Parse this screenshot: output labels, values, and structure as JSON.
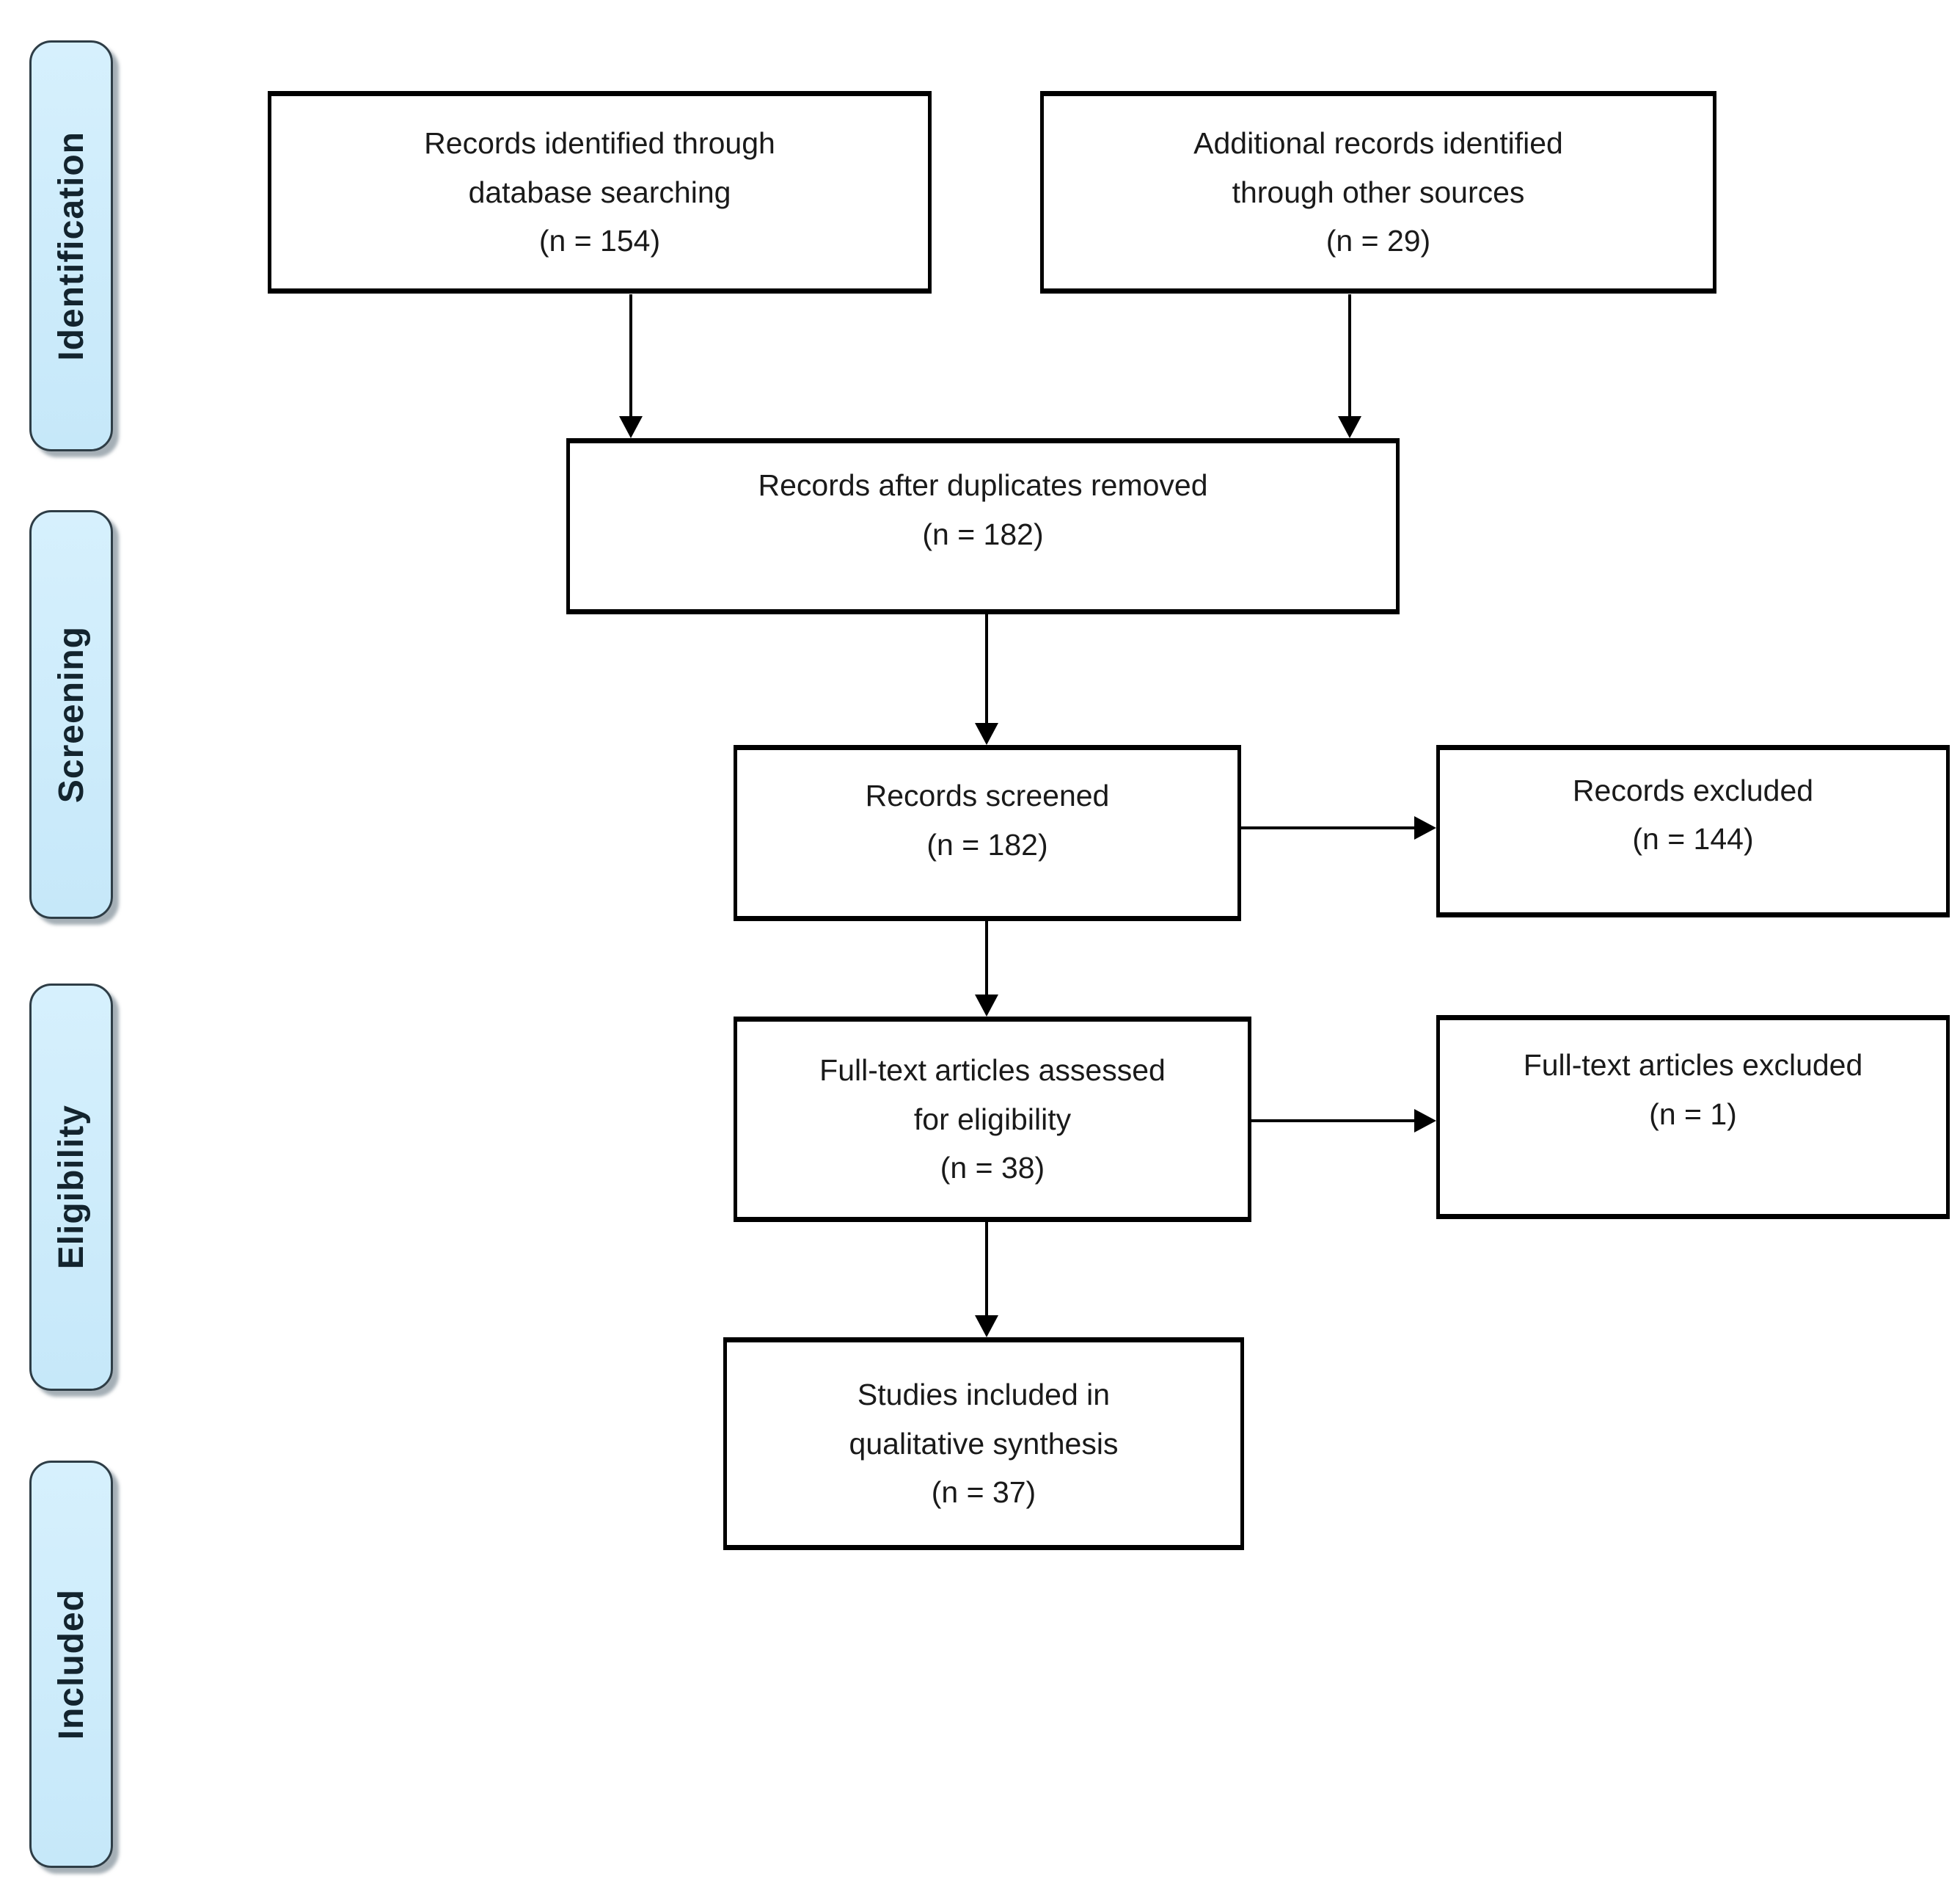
{
  "diagram": {
    "type": "prisma-flow",
    "phases": [
      {
        "id": "identification",
        "label": "Identification"
      },
      {
        "id": "screening",
        "label": "Screening"
      },
      {
        "id": "eligibility",
        "label": "Eligibility"
      },
      {
        "id": "included",
        "label": "Included"
      }
    ],
    "nodes": {
      "records_identified": {
        "lines": [
          "Records identified through",
          "database searching",
          "(n = 154)"
        ],
        "n": 154
      },
      "additional_records": {
        "lines": [
          "Additional records identified",
          "through other sources",
          "(n = 29)"
        ],
        "n": 29
      },
      "after_duplicates": {
        "lines": [
          "Records after duplicates removed",
          "(n = 182)"
        ],
        "n": 182
      },
      "records_screened": {
        "lines": [
          "Records screened",
          "(n = 182)"
        ],
        "n": 182
      },
      "records_excluded": {
        "lines": [
          "Records excluded",
          "(n = 144)"
        ],
        "n": 144
      },
      "fulltext_assessed": {
        "lines": [
          "Full-text articles assessed",
          "for eligibility",
          "(n = 38)"
        ],
        "n": 38
      },
      "fulltext_excluded": {
        "lines": [
          "Full-text articles excluded",
          "(n = 1)"
        ],
        "n": 1
      },
      "studies_included": {
        "lines": [
          "Studies included in",
          "qualitative synthesis",
          "(n = 37)"
        ],
        "n": 37
      }
    },
    "colors": {
      "phase_fill": "#c6e8f9",
      "phase_fill_light": "#d6f0fd",
      "phase_border": "#2e3d46",
      "phase_text": "#13242e",
      "box_fill": "#ffffff",
      "box_border": "#000000",
      "arrow": "#000000",
      "text": "#1a1a1a"
    }
  }
}
